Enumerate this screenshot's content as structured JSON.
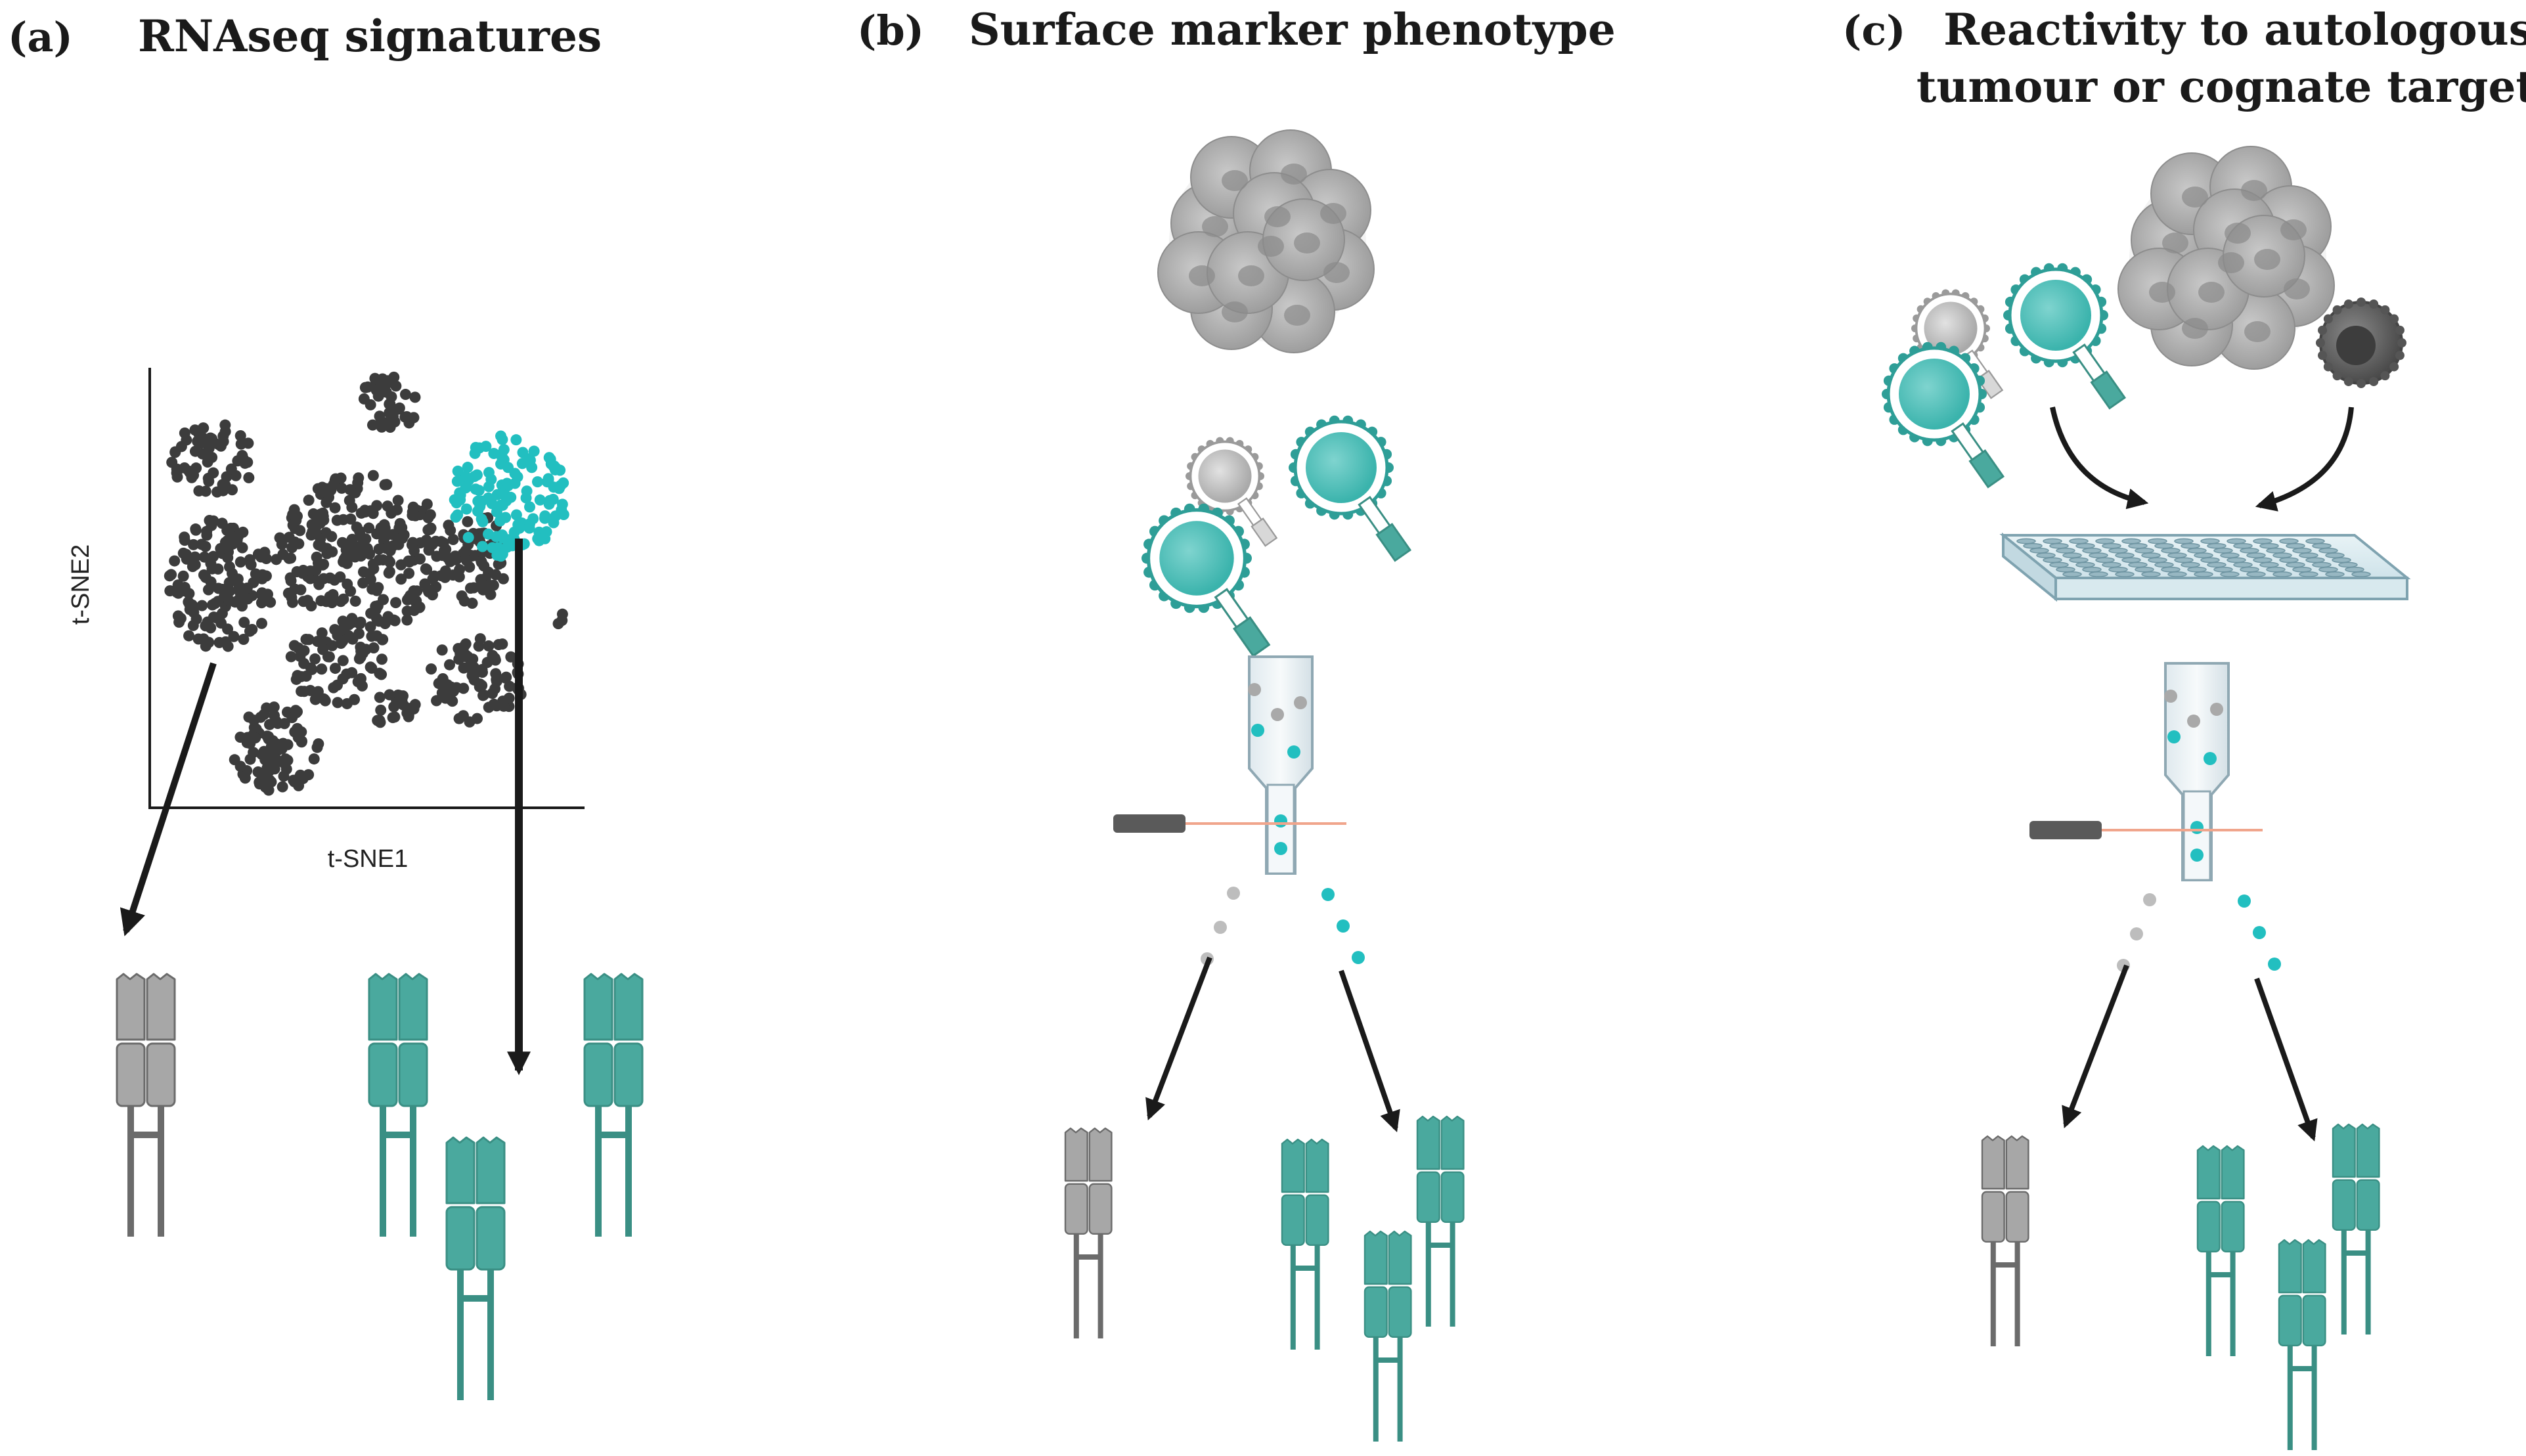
{
  "panels": [
    {
      "label": "(a)",
      "title_lines": [
        "RNAseq signatures"
      ]
    },
    {
      "label": "(b)",
      "title_lines": [
        "Surface marker phenotype"
      ]
    },
    {
      "label": "(c)",
      "title_lines": [
        "Reactivity to autologous",
        "tumour or cognate targets"
      ]
    }
  ],
  "tsne": {
    "xlabel": "t-SNE1",
    "ylabel": "t-SNE2"
  },
  "colors": {
    "teal": "#4aa99e",
    "teal_dark": "#3a8f84",
    "cyan": "#22bfc0",
    "grey": "#a7a7a7",
    "grey_dark": "#6b6b6b",
    "dot": "#3c3c3c",
    "ink": "#1a1a1a"
  },
  "icons": [
    "tumour-cells-icon",
    "t-cell-icon",
    "flow-sorter-icon",
    "laser-icon",
    "well-plate-icon",
    "tcr-receptor-icon",
    "apc-cell-icon"
  ]
}
